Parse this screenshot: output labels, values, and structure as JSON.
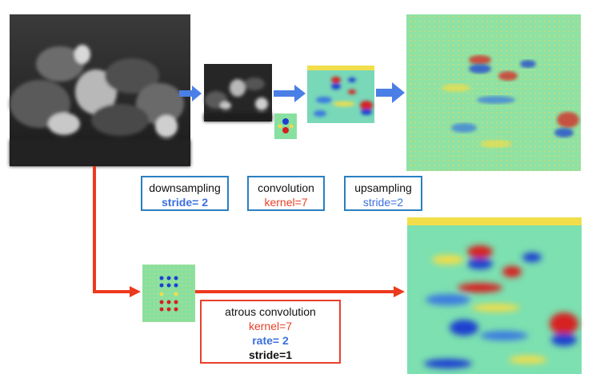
{
  "boxes": {
    "downsampling": {
      "title": "downsampling",
      "param": "stride= 2"
    },
    "convolution": {
      "title": "convolution",
      "param": "kernel=7"
    },
    "upsampling": {
      "title": "upsampling",
      "param": "stride=2"
    },
    "atrous": {
      "title": "atrous convolution",
      "kernel": "kernel=7",
      "rate": "rate= 2",
      "stride": "stride=1"
    }
  },
  "colors": {
    "blue_arrow": "#4a7fe6",
    "red_arrow": "#ec3a1e",
    "box_blue": "#2a7fc0",
    "box_red": "#e8402a",
    "feature_bg": "#7de0a0"
  }
}
